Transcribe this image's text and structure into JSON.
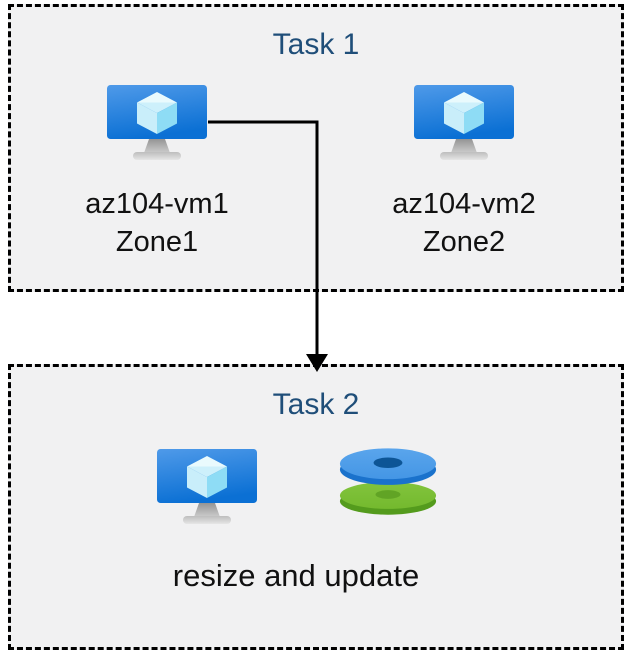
{
  "task1": {
    "title": "Task 1",
    "vms": [
      {
        "name": "az104-vm1",
        "zone": "Zone1"
      },
      {
        "name": "az104-vm2",
        "zone": "Zone2"
      }
    ]
  },
  "task2": {
    "title": "Task 2",
    "caption": "resize and update"
  },
  "icons": {
    "vm": "azure-virtual-machine-icon",
    "disks": "azure-disks-stack-icon"
  },
  "colors": {
    "title_color": "#1f4e79",
    "label_color": "#111111",
    "box_fill": "#f1f1f2",
    "border_color": "#000000",
    "arrow_color": "#000000",
    "vm_screen_top": "#4f9ae9",
    "vm_screen_bottom": "#0b70d4",
    "cube_top": "#e9fafd",
    "cube_crease": "#cdf0fb",
    "cube_left": "#c9eefa",
    "cube_right": "#8edcf5",
    "stand_top": "#949494",
    "stand_bottom": "#cccccc",
    "base_top": "#bdbdbd",
    "base_bottom": "#e6e6e6",
    "disk_blue_top": "#4496e5",
    "disk_blue_side": "#1a72cc",
    "disk_blue_hole": "#0d5596",
    "disk_green_top": "#74b92e",
    "disk_green_side": "#549b1d",
    "disk_green_hole": "#61a425"
  }
}
